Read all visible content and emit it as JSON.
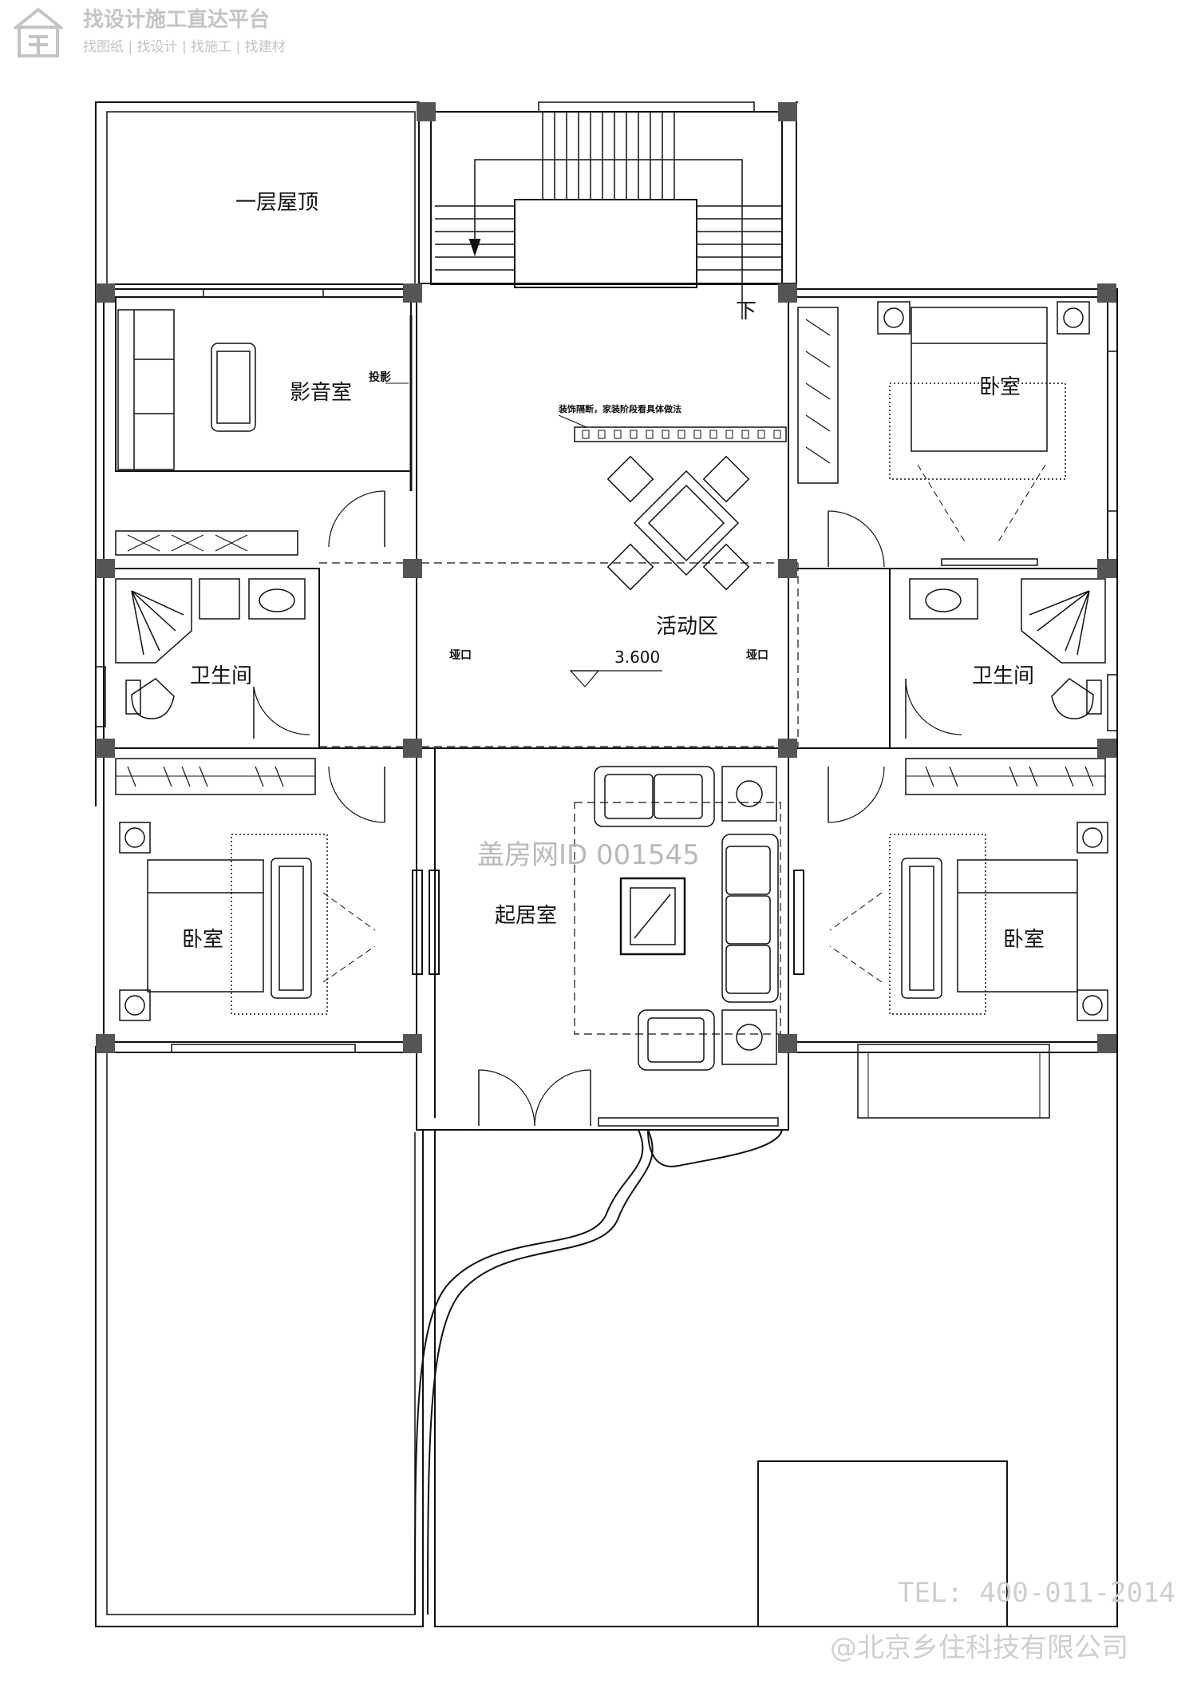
{
  "header": {
    "title": "找设计施工直达平台",
    "subtitle": "找图纸 | 找设计 | 找施工 | 找建材"
  },
  "rooms": {
    "roof": "一层屋顶",
    "media": "影音室",
    "projection": "投影",
    "decor_note": "装饰隔断，家装阶段看具体做法",
    "stair_down": "下",
    "activity": "活动区",
    "elevation": "3.600",
    "opening_left": "垭口",
    "opening_right": "垭口",
    "bath_left": "卫生间",
    "bath_right": "卫生间",
    "bed_top_right": "卧室",
    "bed_left": "卧室",
    "bed_right": "卧室",
    "living": "起居室"
  },
  "watermark": "盖房网ID 001545",
  "footer": {
    "tel": "TEL: 400-011-2014",
    "company": "@北京乡住科技有限公司"
  },
  "colors": {
    "line": "#111111",
    "column": "#555555",
    "watermark": "#b8b8b8"
  }
}
